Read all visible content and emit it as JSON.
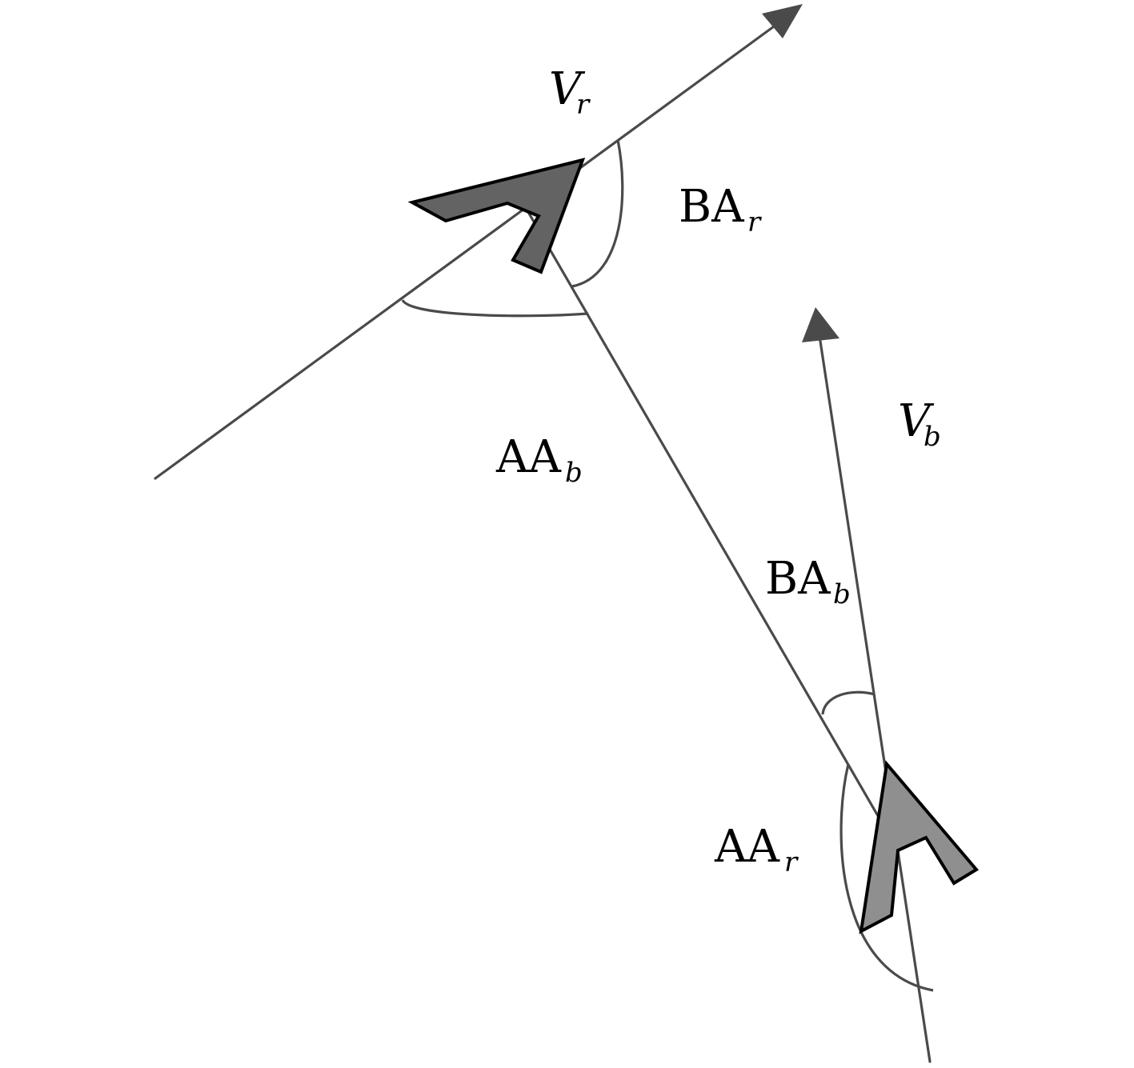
{
  "labels": {
    "v_red": {
      "main": "V",
      "sub": "r"
    },
    "ba_red": {
      "main": "BA",
      "sub": "r"
    },
    "aa_blue": {
      "main": "AA",
      "sub": "b"
    },
    "v_blue": {
      "main": "V",
      "sub": "b"
    },
    "ba_blue": {
      "main": "BA",
      "sub": "b"
    },
    "aa_red": {
      "main": "AA",
      "sub": "r"
    }
  },
  "colors": {
    "line": "#4a4a4a",
    "red_aircraft": "#636363",
    "blue_aircraft": "#8f8f8f",
    "outline": "#000000"
  }
}
